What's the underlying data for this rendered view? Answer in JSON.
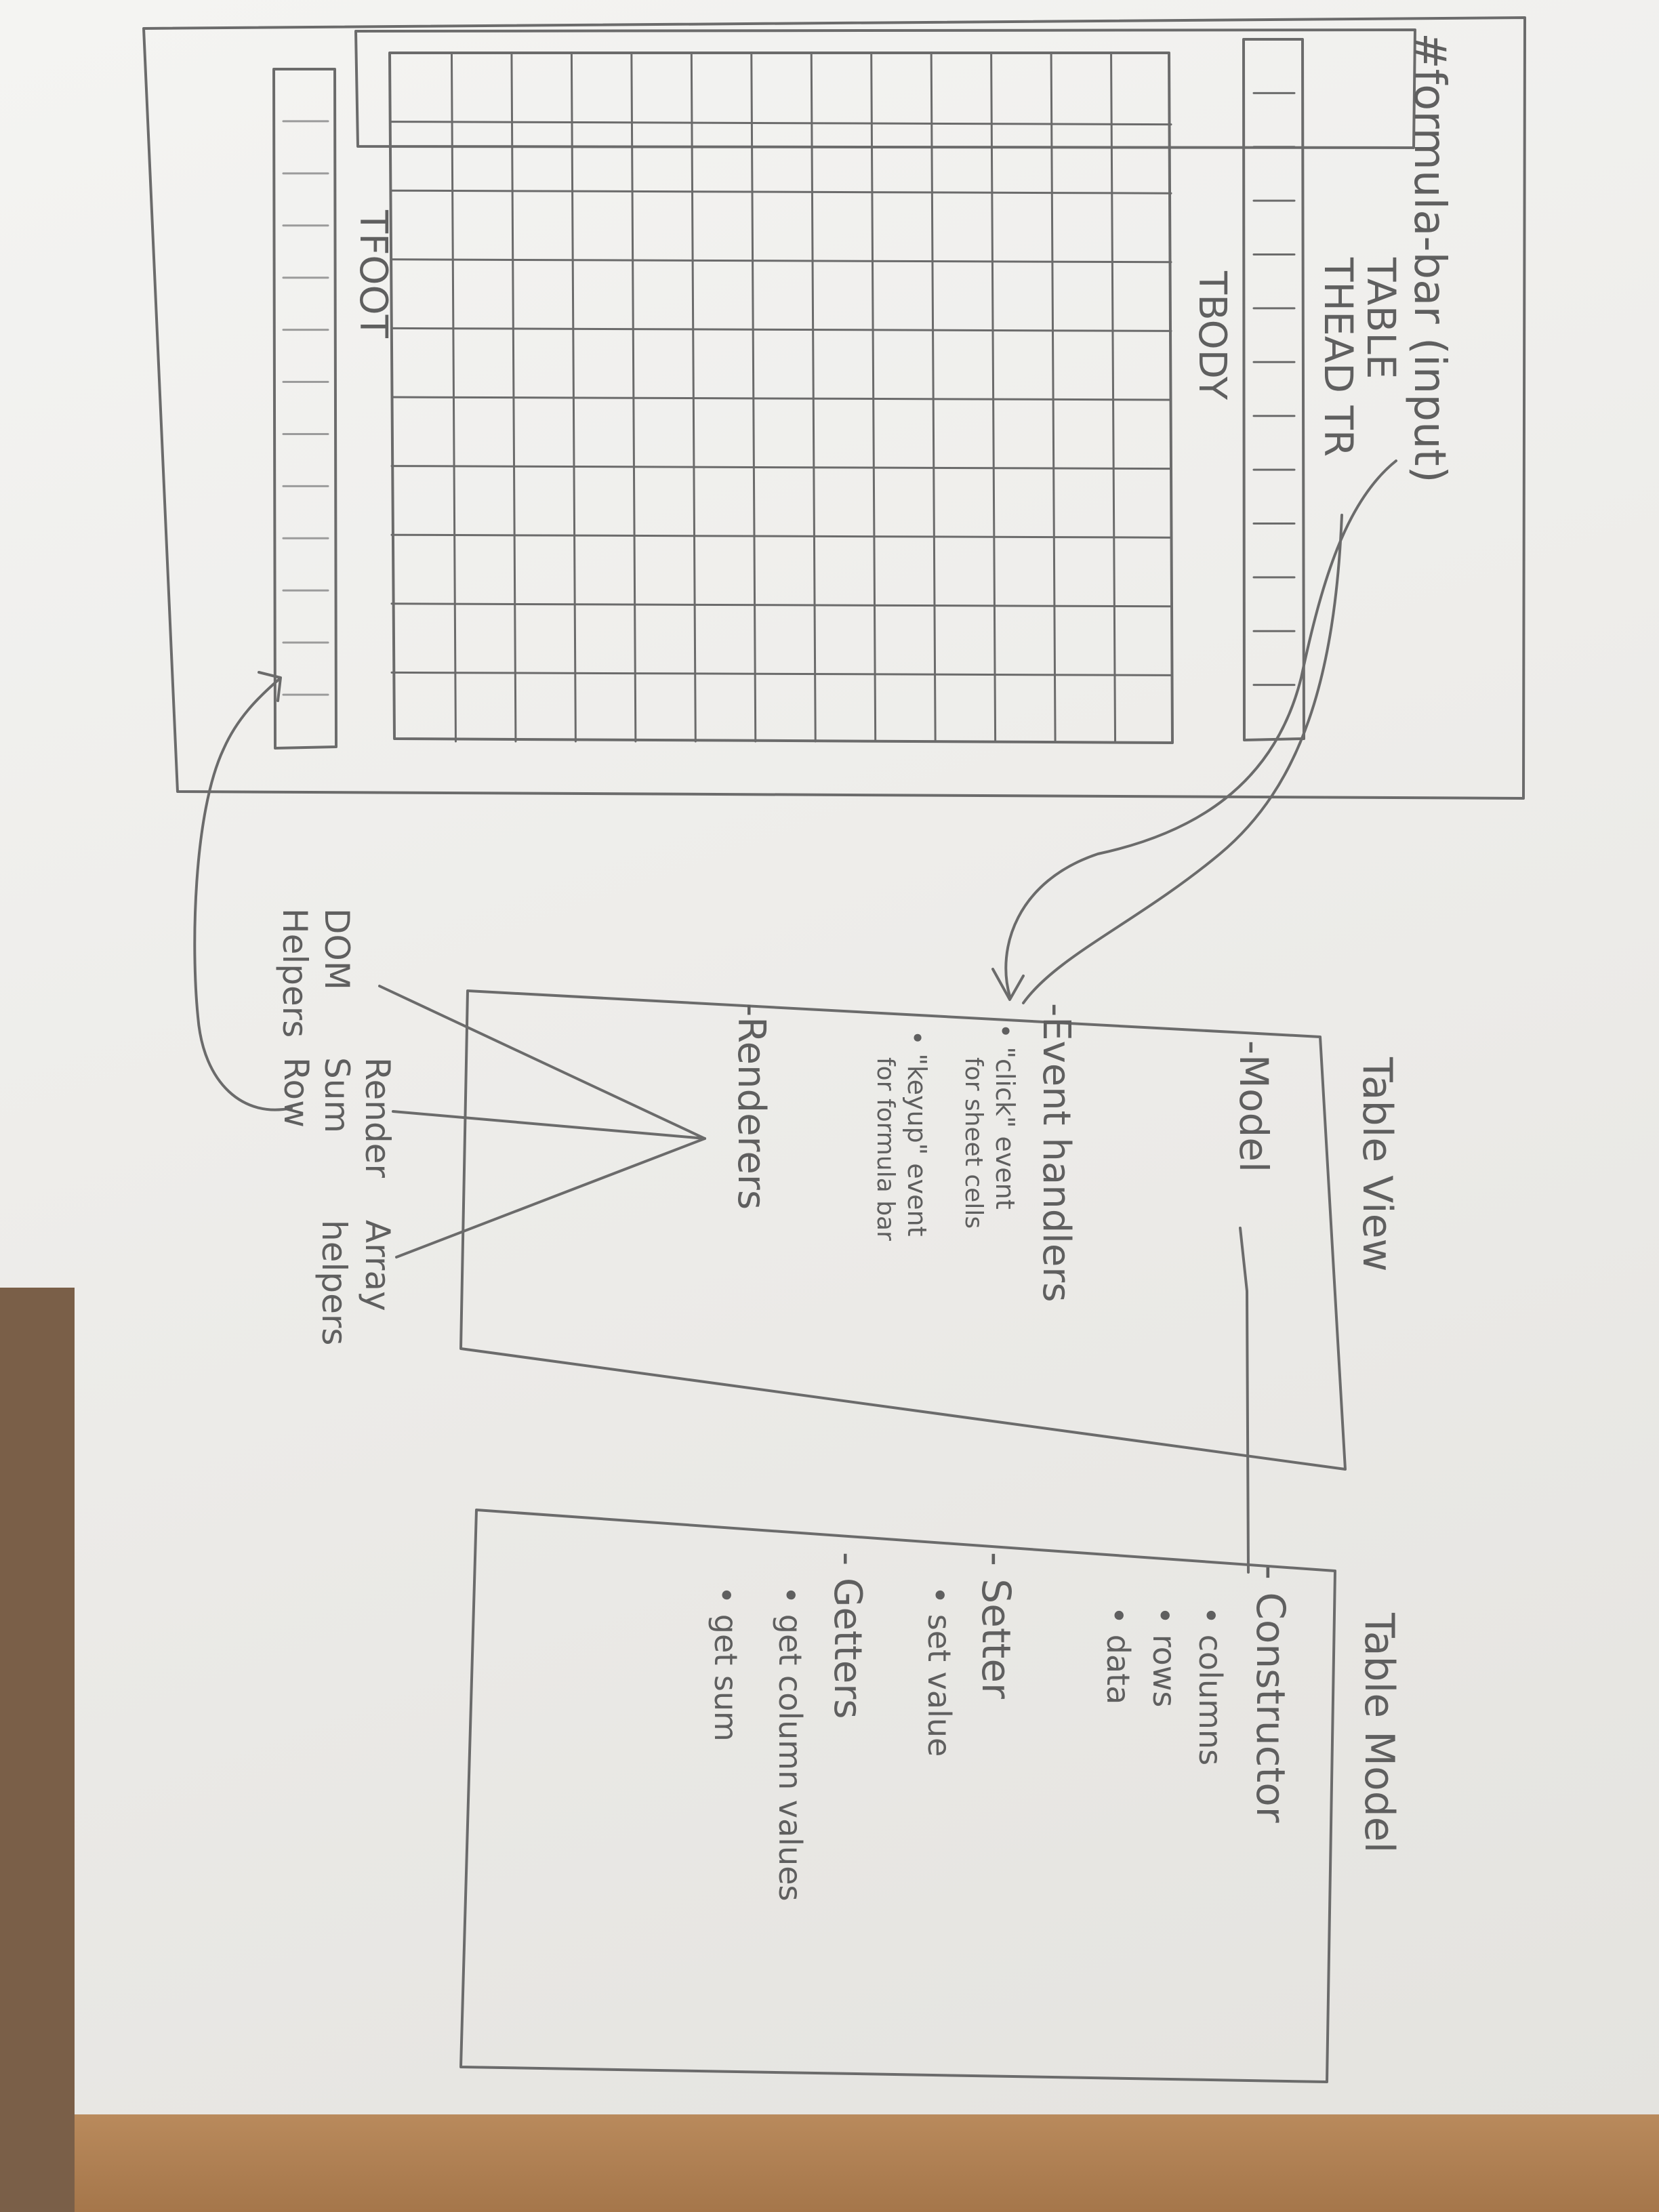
{
  "diagram": {
    "ui_sketch": {
      "formula_bar": "#formula-bar (input)",
      "table": "TABLE",
      "thead": "THEAD TR",
      "tbody": "TBODY",
      "tfoot": "TFOOT"
    },
    "table_view": {
      "title": "Table View",
      "model": "-Model",
      "event_handlers": "-Event handlers",
      "click_event": "• \"click\" event",
      "click_target": "for sheet cells",
      "keyup_event": "• \"keyup\" event",
      "keyup_target": "for formula bar",
      "renderers": "-Renderers"
    },
    "helpers": {
      "dom_helpers": [
        "DOM",
        "Helpers"
      ],
      "render_sum_row": [
        "Render",
        "Sum",
        "Row"
      ],
      "array_helpers": [
        "Array",
        "helpers"
      ]
    },
    "table_model": {
      "title": "Table Model",
      "constructor": "- Constructor",
      "constructor_items": [
        "• columns",
        "• rows",
        "• data"
      ],
      "setter": "- Setter",
      "setter_items": [
        "• set value"
      ],
      "getters": "- Getters",
      "getter_items": [
        "• get column values",
        "• get sum"
      ]
    }
  }
}
